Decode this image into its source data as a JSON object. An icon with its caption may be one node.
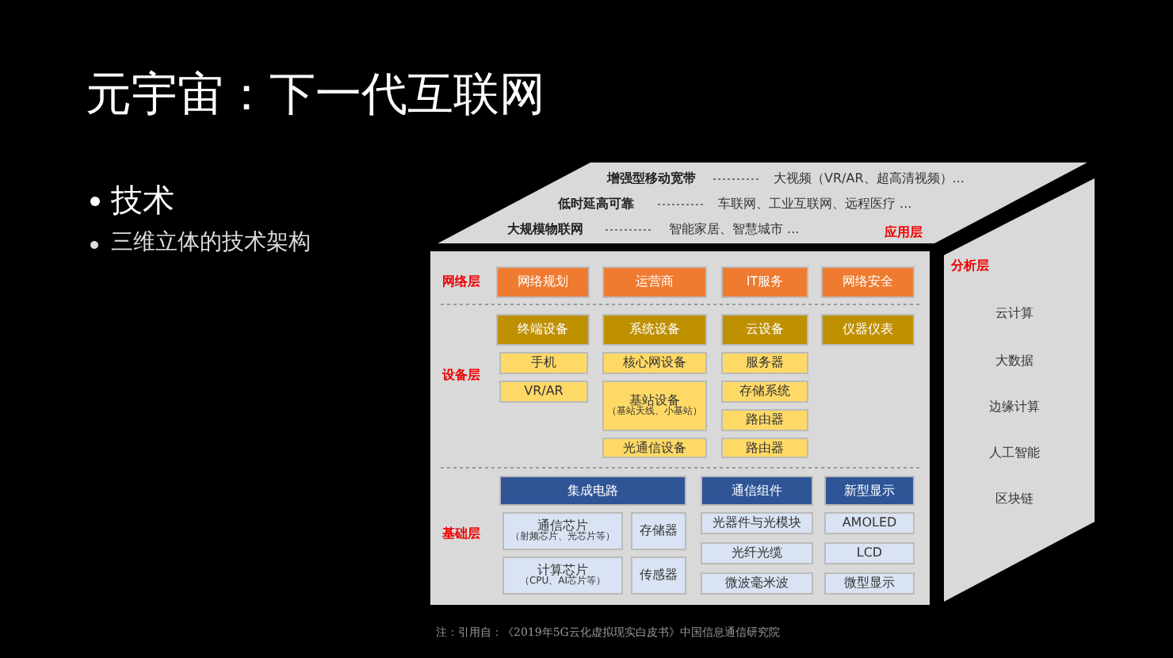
{
  "diagram": {
    "title": "元宇宙：下一代互联网",
    "caption": "注：引用自：《2019年5G云化虚拟现实白皮书》中国信息通信研究院",
    "nodes": [
      {
        "text": [
          "网络规划"
        ]
      },
      {
        "text": [
          "运营商"
        ]
      },
      {
        "text": [
          "IT服务"
        ]
      },
      {
        "text": [
          "网络安全"
        ]
      },
      {
        "text": [
          "终端设备"
        ]
      },
      {
        "text": [
          "系统设备"
        ]
      },
      {
        "text": [
          "云设备"
        ]
      },
      {
        "text": [
          "仪器仪表"
        ]
      },
      {
        "text": [
          "手机"
        ]
      },
      {
        "text": [
          "VR/AR"
        ]
      },
      {
        "text": [
          "核心网设备"
        ]
      },
      {
        "text": [
          "基站设备",
          "（基站天线、小基站）"
        ]
      },
      {
        "text": [
          "光通信设备"
        ]
      },
      {
        "text": [
          "服务器"
        ]
      },
      {
        "text": [
          "存储系统"
        ]
      },
      {
        "text": [
          "路由器"
        ]
      },
      {
        "text": [
          "路由器"
        ]
      },
      {
        "text": [
          "集成电路"
        ]
      },
      {
        "text": [
          "通信组件"
        ]
      },
      {
        "text": [
          "新型显示"
        ]
      },
      {
        "text": [
          "通信芯片",
          "（射频芯片、光芯片等）"
        ]
      },
      {
        "text": [
          "存储器"
        ]
      },
      {
        "text": [
          "计算芯片",
          "（CPU、AI芯片等）"
        ]
      },
      {
        "text": [
          "传感器"
        ]
      },
      {
        "text": [
          "光器件与光模块"
        ]
      },
      {
        "text": [
          "光纤光缆"
        ]
      },
      {
        "text": [
          "微波毫米波"
        ]
      },
      {
        "text": [
          "AMOLED"
        ]
      },
      {
        "text": [
          "LCD"
        ]
      },
      {
        "text": [
          "微型显示"
        ]
      }
    ],
    "labels": [
      "技术",
      "三维立体的技术架构",
      "增强型移动宽带",
      "大视频（VR/AR、超高清视频）...",
      "低时延高可靠",
      "车联网、工业互联网、远程医疗 ...",
      "大规模物联网",
      "智能家居、智慧城市 ...",
      "应用层",
      "网络层",
      "设备层",
      "基础层",
      "分析层",
      "云计算",
      "大数据",
      "边缘计算",
      "人工智能",
      "区块链"
    ]
  }
}
